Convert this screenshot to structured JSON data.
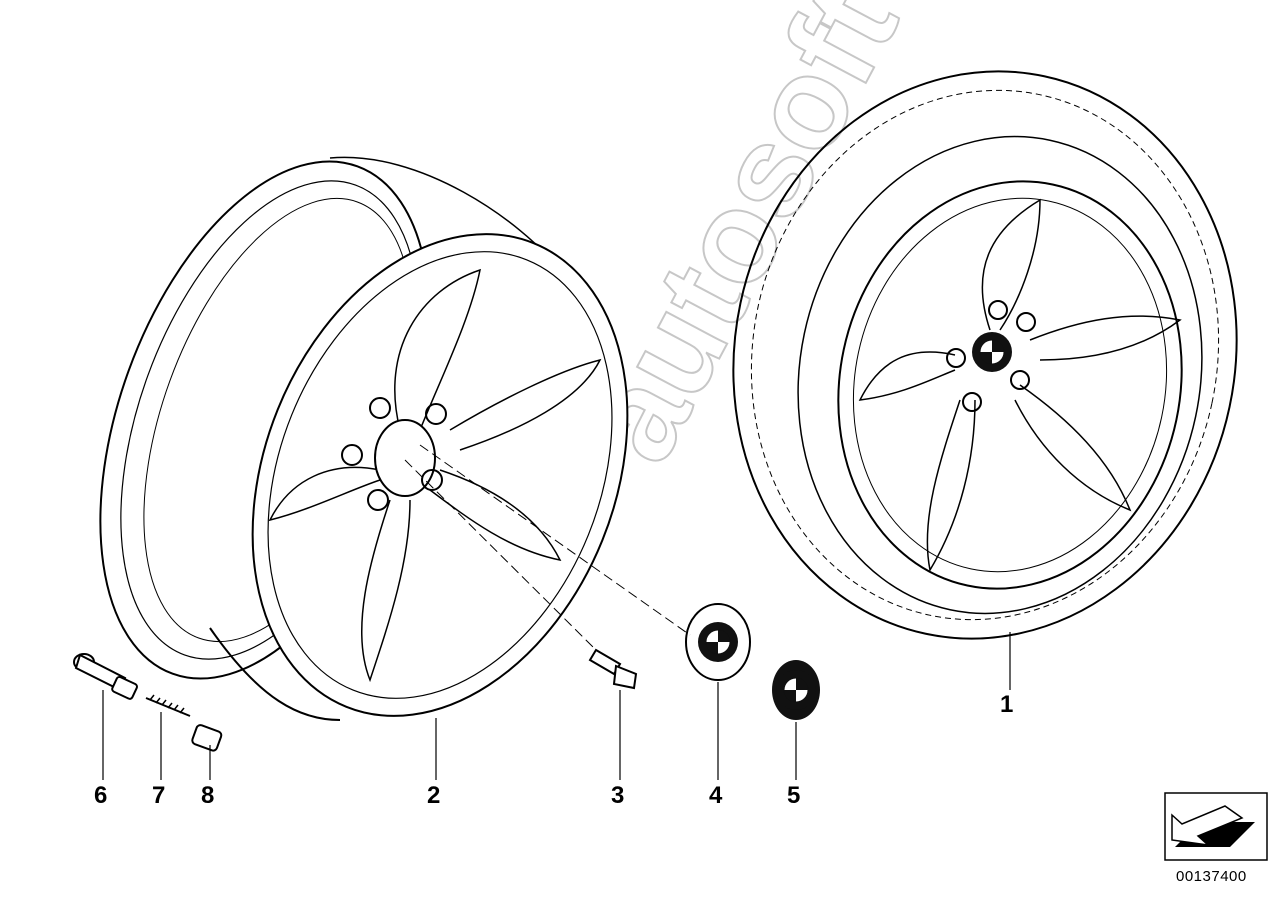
{
  "diagram": {
    "parts": [
      {
        "number": "1",
        "depicts": "complete-wheel-with-tire"
      },
      {
        "number": "2",
        "depicts": "light-alloy-rim"
      },
      {
        "number": "3",
        "depicts": "wheel-bolt"
      },
      {
        "number": "4",
        "depicts": "hub-cap"
      },
      {
        "number": "5",
        "depicts": "emblem"
      },
      {
        "number": "6",
        "depicts": "tire-valve"
      },
      {
        "number": "7",
        "depicts": "valve-insert"
      },
      {
        "number": "8",
        "depicts": "valve-cap"
      }
    ],
    "reference_number": "00137400",
    "line_color": "#000000",
    "watermark": "autosoft"
  }
}
